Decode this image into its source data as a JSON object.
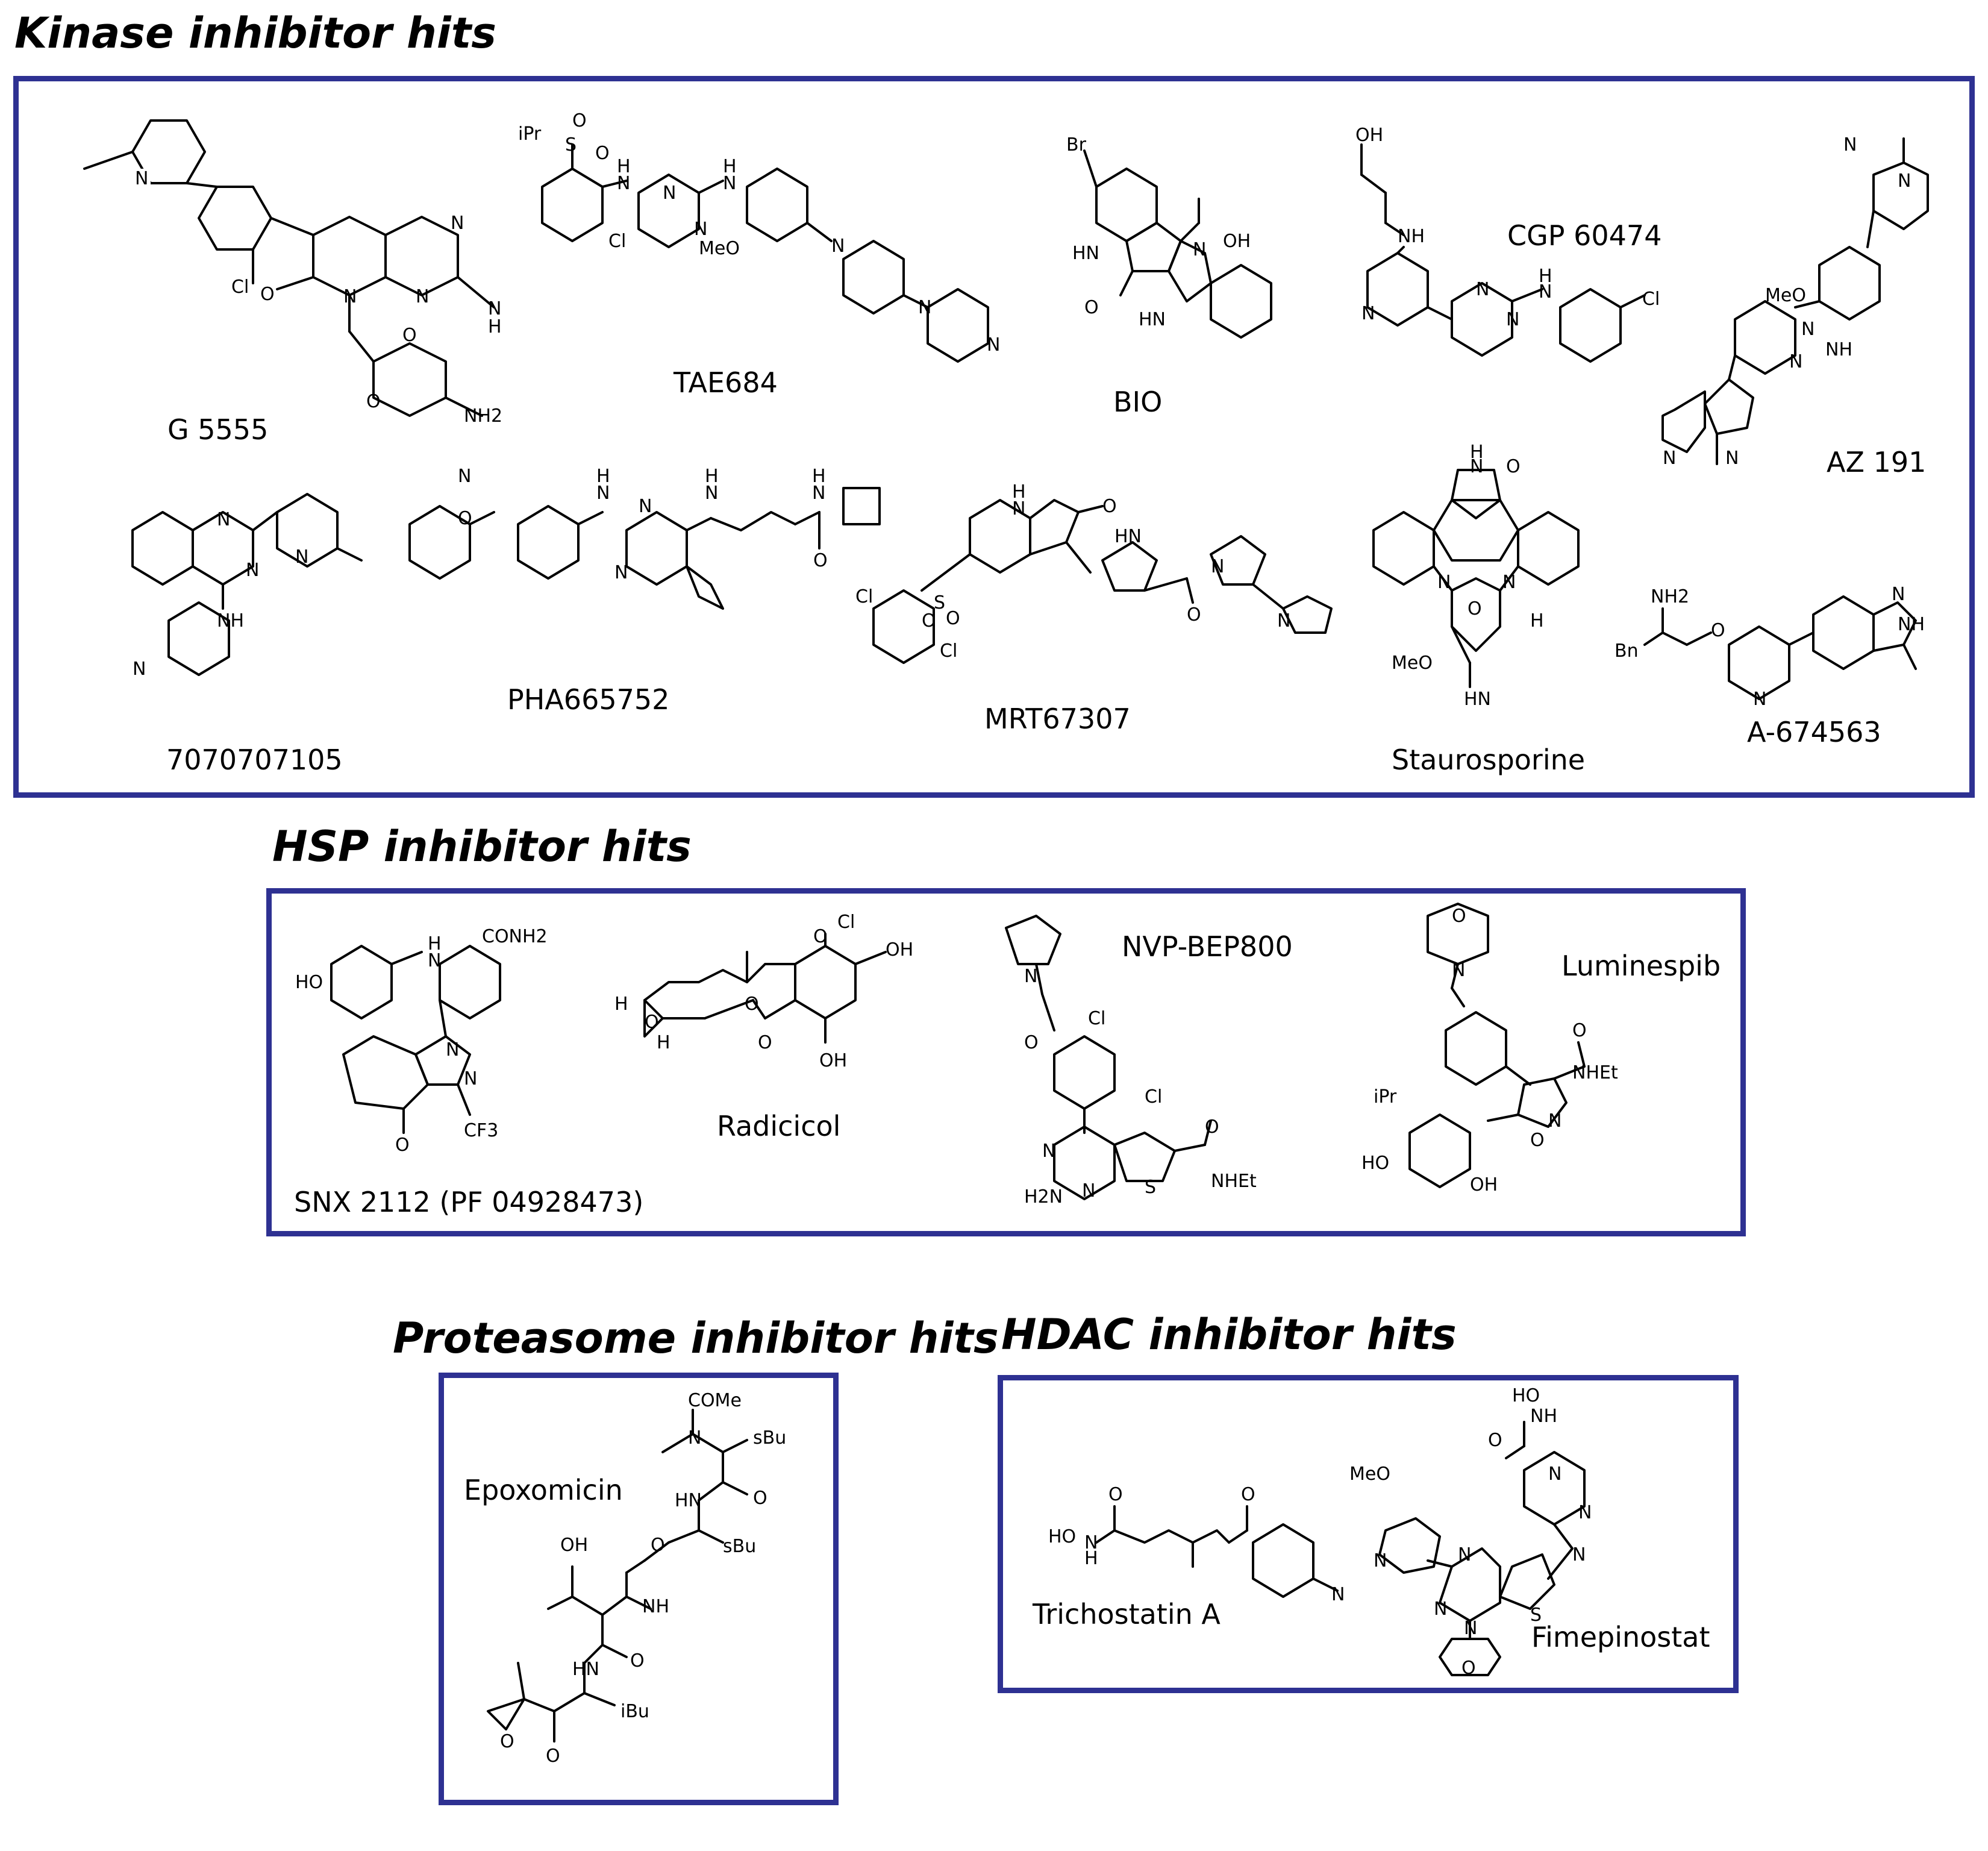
{
  "colors": {
    "panel_border": "#2e3192",
    "text": "#000000",
    "background": "#ffffff"
  },
  "sections": {
    "kinase": {
      "title": "Kinase inhibitor hits",
      "compounds": [
        {
          "name": "G 5555",
          "atoms": [
            "N",
            "Cl",
            "O",
            "N",
            "N",
            "N",
            "N",
            "H",
            "O",
            "O",
            "NH2"
          ]
        },
        {
          "name": "TAE684",
          "atoms": [
            "iPr",
            "O",
            "S",
            "O",
            "H",
            "N",
            "H",
            "N",
            "N",
            "N",
            "Cl",
            "MeO",
            "N",
            "N",
            "N"
          ]
        },
        {
          "name": "BIO",
          "atoms": [
            "Br",
            "N",
            "OH",
            "HN",
            "O",
            "HN"
          ]
        },
        {
          "name": "CGP 60474",
          "atoms": [
            "OH",
            "NH",
            "N",
            "N",
            "N",
            "H",
            "N",
            "Cl"
          ]
        },
        {
          "name": "AZ 191",
          "atoms": [
            "N",
            "N",
            "MeO",
            "N",
            "N",
            "NH",
            "N",
            "N"
          ]
        },
        {
          "name": "7070707105",
          "atoms": [
            "N",
            "N",
            "N",
            "NH",
            "N"
          ]
        },
        {
          "name": "PHA665752",
          "atoms": [
            "O",
            "N",
            "H",
            "N",
            "N",
            "N",
            "H",
            "N",
            "H",
            "N",
            "O"
          ]
        },
        {
          "name": "MRT67307",
          "atoms": [
            "H",
            "N",
            "O",
            "HN",
            "Cl",
            "S",
            "O",
            "O",
            "Cl",
            "O",
            "N",
            "N"
          ]
        },
        {
          "name": "Staurosporine",
          "atoms": [
            "H",
            "N",
            "O",
            "N",
            "N",
            "O",
            "H",
            "MeO",
            "HN"
          ]
        },
        {
          "name": "A-674563",
          "atoms": [
            "NH2",
            "Bn",
            "O",
            "N",
            "N",
            "NH"
          ]
        }
      ]
    },
    "hsp": {
      "title": "HSP inhibitor hits",
      "compounds": [
        {
          "name": "SNX 2112 (PF 04928473)",
          "atoms": [
            "H",
            "N",
            "CONH2",
            "HO",
            "N",
            "N",
            "CF3",
            "O"
          ]
        },
        {
          "name": "Radicicol",
          "atoms": [
            "O",
            "Cl",
            "OH",
            "H",
            "O",
            "O",
            "H",
            "O",
            "OH"
          ]
        },
        {
          "name": "NVP-BEP800",
          "atoms": [
            "N",
            "O",
            "Cl",
            "Cl",
            "N",
            "N",
            "H2N",
            "S",
            "O",
            "NHEt"
          ]
        },
        {
          "name": "Luminespib",
          "atoms": [
            "O",
            "N",
            "O",
            "NHEt",
            "iPr",
            "N",
            "O",
            "HO",
            "OH"
          ]
        }
      ]
    },
    "proteasome": {
      "title": "Proteasome inhibitor hits",
      "compounds": [
        {
          "name": "Epoxomicin",
          "atoms": [
            "COMe",
            "N",
            "sBu",
            "HN",
            "O",
            "OH",
            "O",
            "sBu",
            "NH",
            "HN",
            "O",
            "O",
            "O",
            "iBu"
          ]
        }
      ]
    },
    "hdac": {
      "title": "HDAC inhibitor hits",
      "compounds": [
        {
          "name": "Trichostatin A",
          "atoms": [
            "O",
            "HO",
            "N",
            "H",
            "O",
            "N"
          ]
        },
        {
          "name": "Fimepinostat",
          "atoms": [
            "HO",
            "NH",
            "O",
            "N",
            "N",
            "N",
            "MeO",
            "N",
            "N",
            "N",
            "S",
            "N",
            "O"
          ]
        }
      ]
    }
  }
}
